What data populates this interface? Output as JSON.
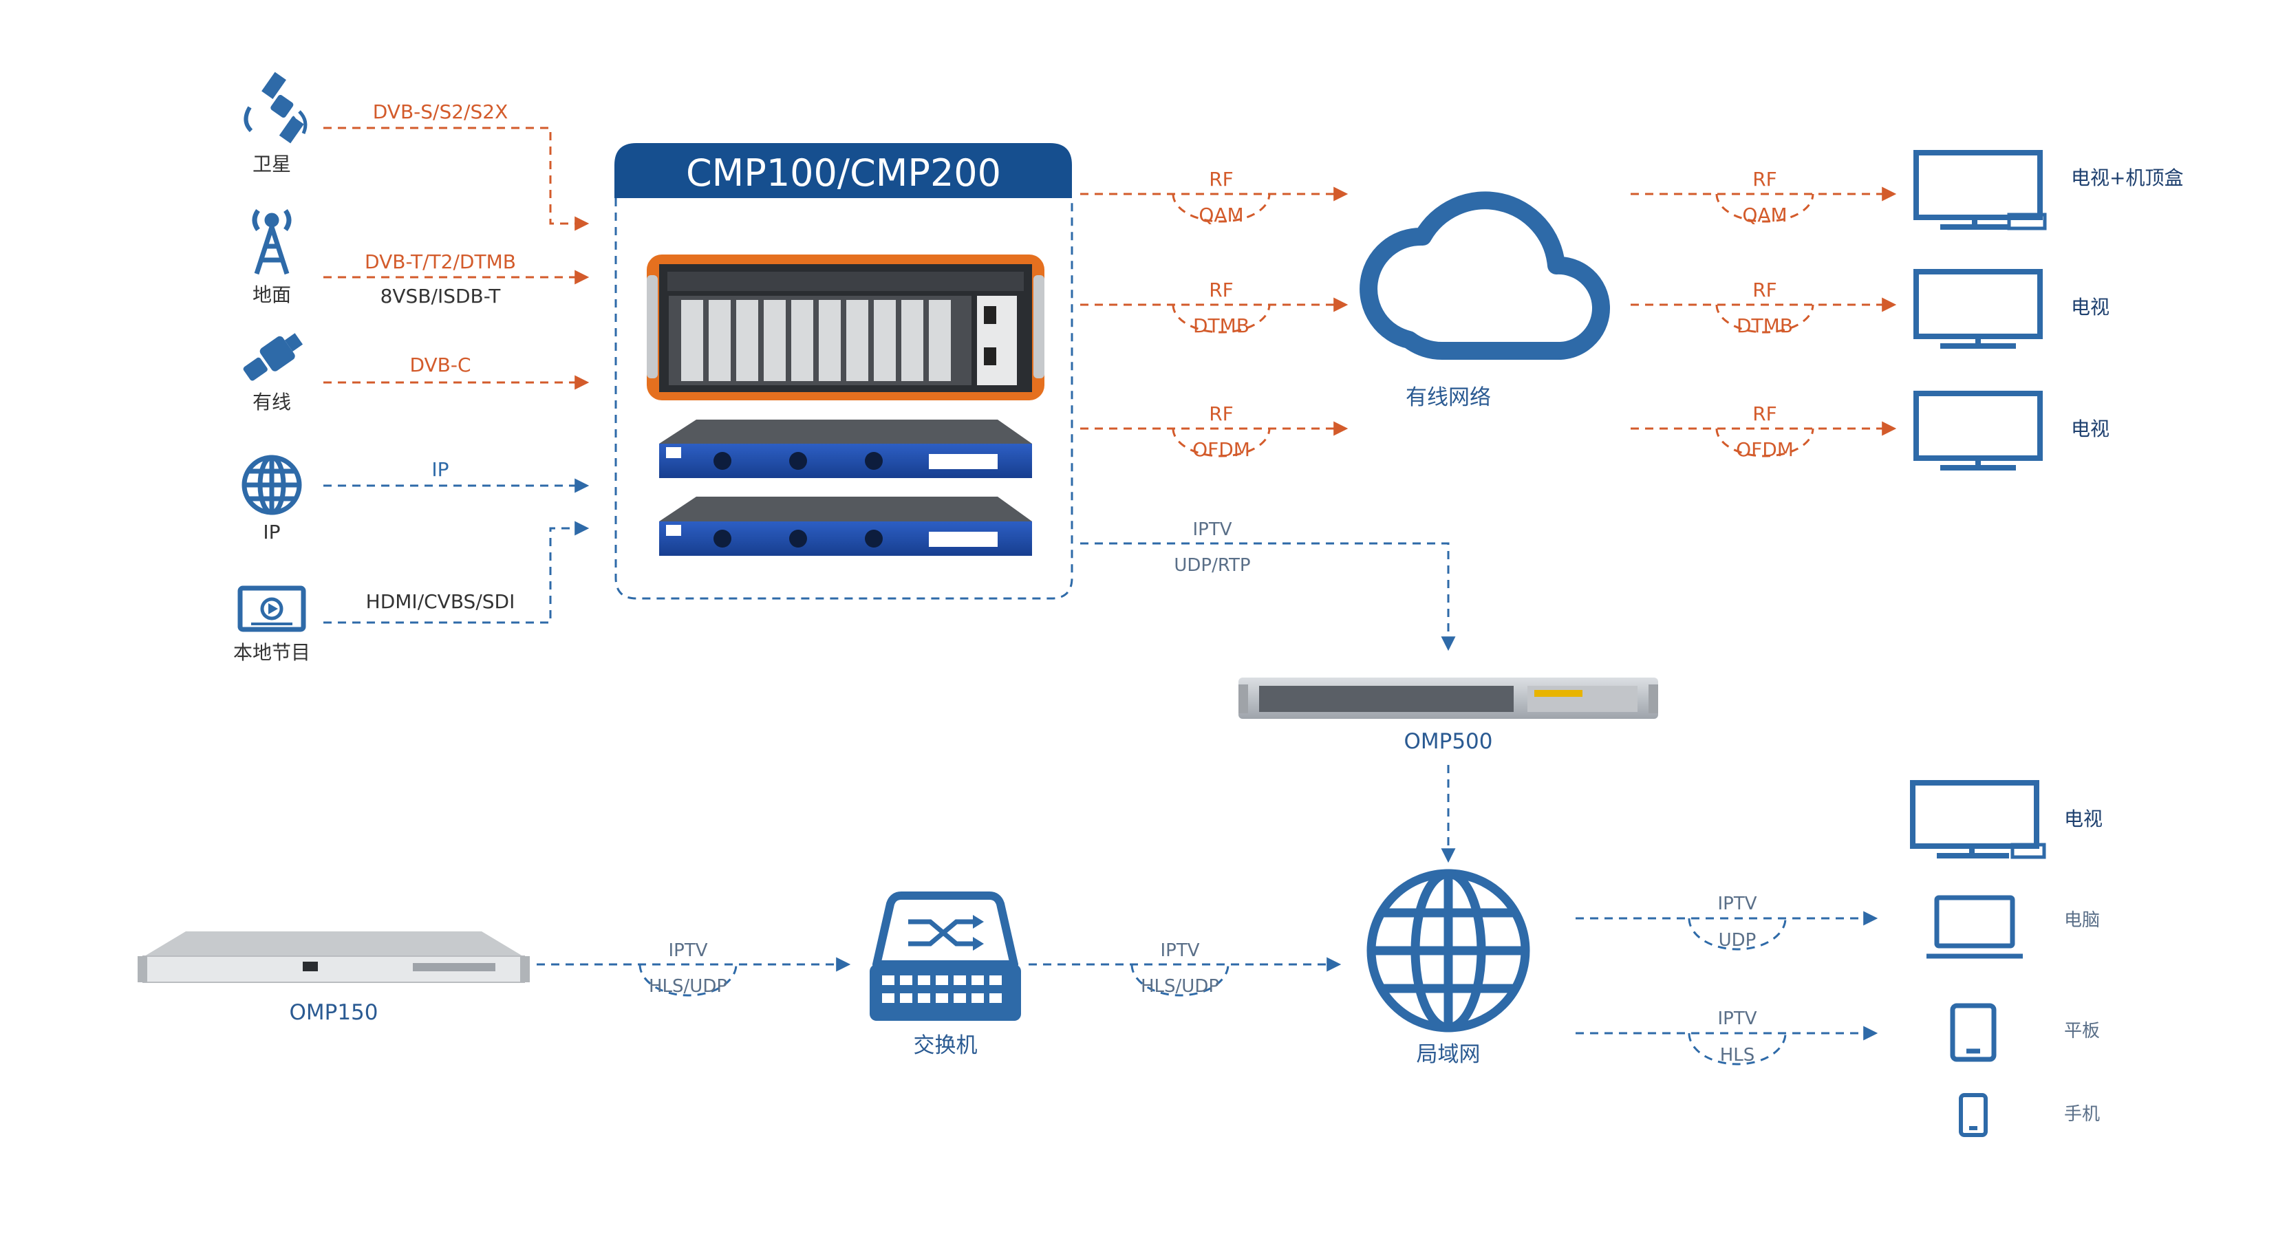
{
  "sources": {
    "satellite": {
      "label": "卫星",
      "signal": "DVB-S/S2/S2X",
      "icon": "satellite-icon"
    },
    "terrestrial": {
      "label": "地面",
      "signal_line1": "DVB-T/T2/DTMB",
      "signal_line2": "8VSB/ISDB-T",
      "icon": "antenna-tower-icon"
    },
    "cable": {
      "label": "有线",
      "signal": "DVB-C",
      "icon": "cable-connector-icon"
    },
    "ip": {
      "label": "IP",
      "signal": "IP",
      "icon": "globe-icon"
    },
    "local": {
      "label": "本地节目",
      "signal": "HDMI/CVBS/SDI",
      "icon": "video-monitor-icon"
    }
  },
  "headend": {
    "title": "CMP100/CMP200"
  },
  "rf_outputs": [
    {
      "top": "RF",
      "bottom": "QAM"
    },
    {
      "top": "RF",
      "bottom": "DTMB"
    },
    {
      "top": "RF",
      "bottom": "OFDM"
    }
  ],
  "cable_network": {
    "label": "有线网络",
    "icon": "cloud-icon"
  },
  "rf_delivery": [
    {
      "top": "RF",
      "bottom": "QAM"
    },
    {
      "top": "RF",
      "bottom": "DTMB"
    },
    {
      "top": "RF",
      "bottom": "OFDM"
    }
  ],
  "rf_terminals": [
    {
      "label": "电视+机顶盒"
    },
    {
      "label": "电视"
    },
    {
      "label": "电视"
    }
  ],
  "iptv_link": {
    "line1": "IPTV",
    "line2": "UDP/RTP"
  },
  "omp500": {
    "label": "OMP500"
  },
  "omp150": {
    "label": "OMP150"
  },
  "link_omp150_switch": {
    "top": "IPTV",
    "bottom": "HLS/UDP"
  },
  "switch": {
    "label": "交换机",
    "icon": "network-switch-icon"
  },
  "link_switch_lan": {
    "top": "IPTV",
    "bottom": "HLS/UDP"
  },
  "lan": {
    "label": "局域网",
    "icon": "globe-icon"
  },
  "lan_outputs": [
    {
      "top": "IPTV",
      "bottom": "UDP"
    },
    {
      "top": "IPTV",
      "bottom": "HLS"
    }
  ],
  "lan_terminals": [
    {
      "label": "电视",
      "icon": "tv-icon"
    },
    {
      "label": "电脑",
      "icon": "laptop-icon"
    },
    {
      "label": "平板",
      "icon": "tablet-icon"
    },
    {
      "label": "手机",
      "icon": "phone-icon"
    }
  ],
  "colors": {
    "orange": "#d35b2b",
    "blue": "#2e6aa8",
    "navy": "#164f8f"
  }
}
